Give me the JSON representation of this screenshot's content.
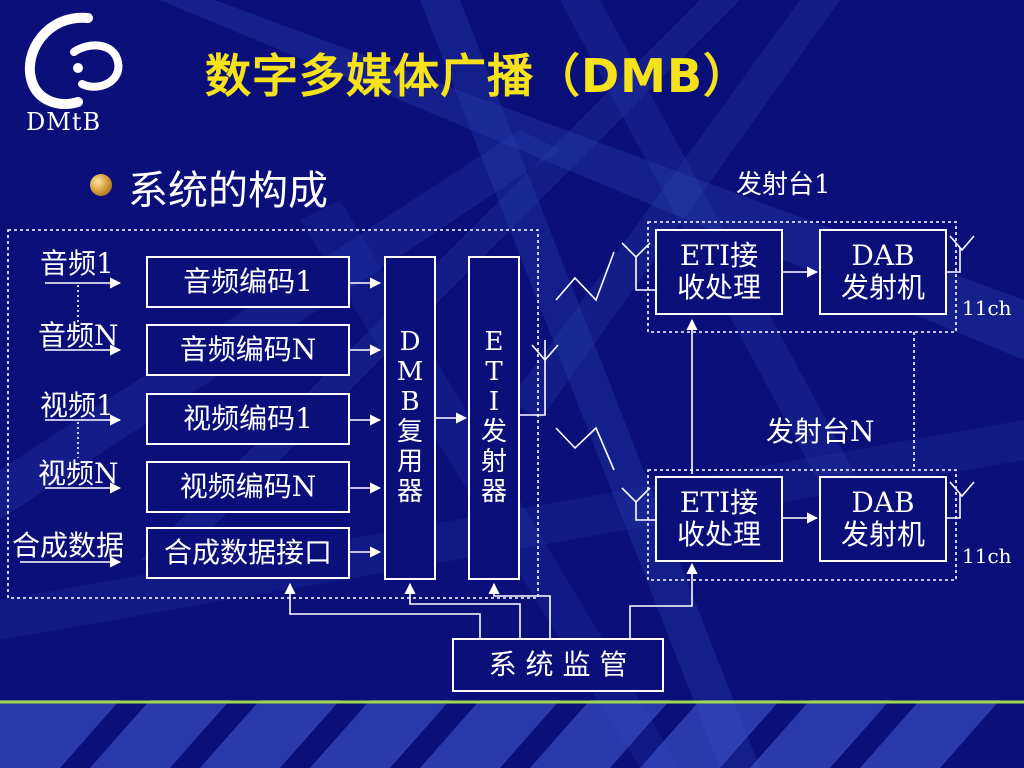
{
  "slide": {
    "title": "数字多媒体广播（DMB）",
    "logo_text": "DMtB",
    "bullet": "系统的构成"
  },
  "inputs": [
    {
      "label": "音频1",
      "encoder": "音频编码1"
    },
    {
      "label": "音频N",
      "encoder": "音频编码N"
    },
    {
      "label": "视频1",
      "encoder": "视频编码1"
    },
    {
      "label": "视频N",
      "encoder": "视频编码N"
    },
    {
      "label": "合成数据",
      "encoder": "合成数据接口"
    }
  ],
  "multiplexer": [
    "D",
    "M",
    "B",
    "复",
    "用",
    "器"
  ],
  "eti_transmitter": [
    "E",
    "T",
    "I",
    "发",
    "射",
    "器"
  ],
  "station_1": {
    "label": "发射台1",
    "receiver": [
      "ETI接",
      "收处理"
    ],
    "transmitter": [
      "DAB",
      "发射机"
    ],
    "channel": "11ch"
  },
  "station_n": {
    "label": "发射台N",
    "receiver": [
      "ETI接",
      "收处理"
    ],
    "transmitter": [
      "DAB",
      "发射机"
    ],
    "channel": "11ch"
  },
  "monitor": "系 统 监 管",
  "colors": {
    "background": "#0b0f7a",
    "title": "#f5e21a",
    "line": "#ffffff"
  }
}
